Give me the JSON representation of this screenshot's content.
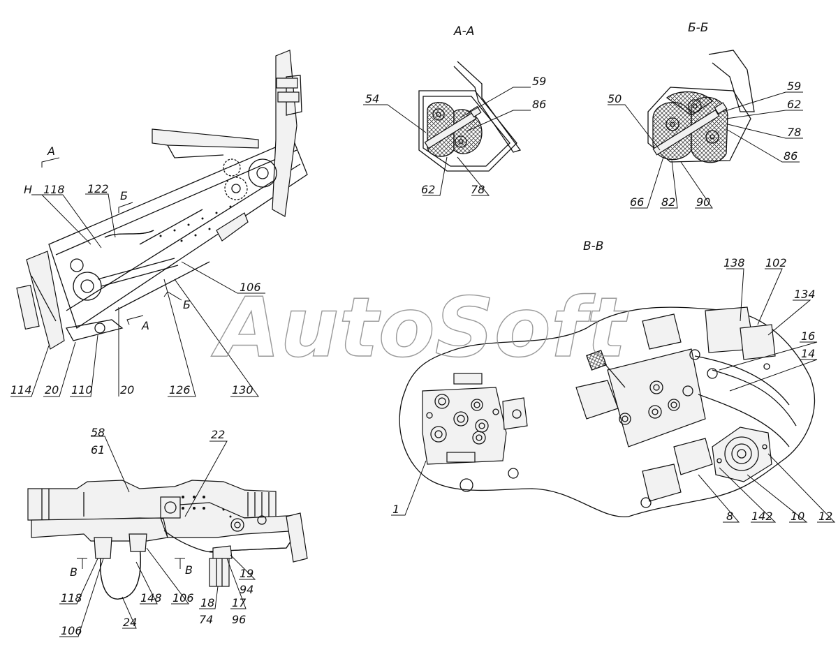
{
  "watermark": "AutoSoft",
  "sections": {
    "aa": {
      "title": "А-А",
      "labels": [
        "54",
        "59",
        "86",
        "62",
        "78"
      ]
    },
    "bb": {
      "title": "Б-Б",
      "labels": [
        "50",
        "59",
        "62",
        "78",
        "86",
        "66",
        "82",
        "90"
      ]
    },
    "vv": {
      "title": "В-В",
      "labels": [
        "138",
        "102",
        "134",
        "16",
        "14",
        "1",
        "8",
        "142",
        "10",
        "12"
      ]
    }
  },
  "main_view": {
    "labels": [
      "Н",
      "118",
      "122",
      "106",
      "114",
      "20",
      "110",
      "20",
      "126",
      "130"
    ],
    "cuts": [
      "А",
      "Б",
      "Б",
      "А"
    ]
  },
  "bottom_view": {
    "labels": [
      "58",
      "61",
      "22",
      "118",
      "148",
      "106",
      "106",
      "24",
      "19",
      "94",
      "18",
      "17",
      "74",
      "96"
    ],
    "cuts": [
      "В",
      "В"
    ]
  }
}
